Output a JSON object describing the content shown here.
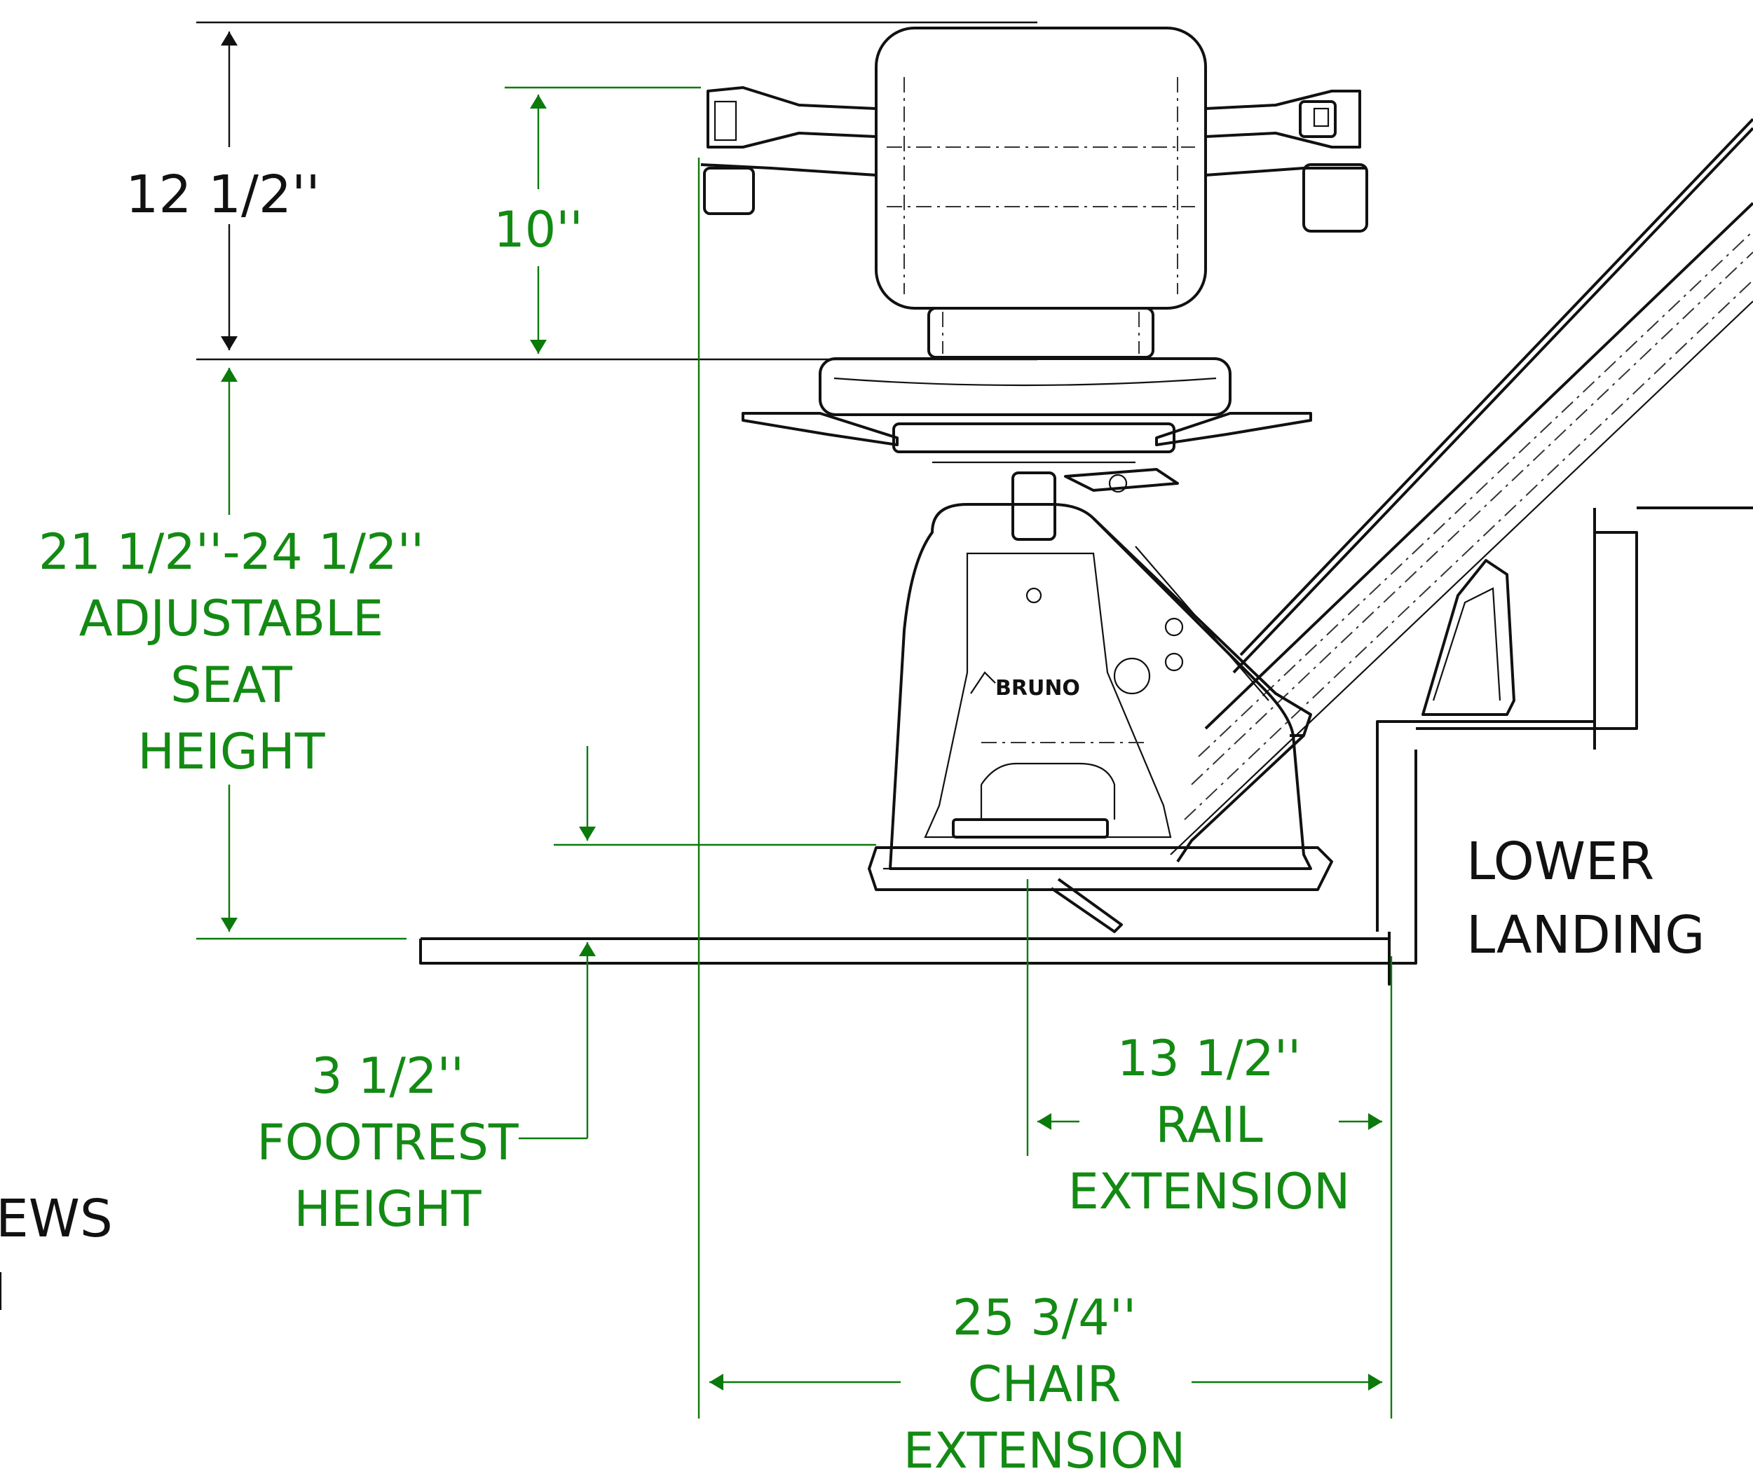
{
  "labels": {
    "seat_back_height": "12 1/2''",
    "armrest_height": "10''",
    "seat_height": [
      "21 1/2''-24 1/2''",
      "ADJUSTABLE",
      "SEAT",
      "HEIGHT"
    ],
    "footrest_height": [
      "3 1/2''",
      "FOOTREST",
      "HEIGHT"
    ],
    "rail_extension": [
      "13 1/2''",
      "RAIL",
      "EXTENSION"
    ],
    "chair_extension": [
      "25 3/4''",
      "CHAIR",
      "EXTENSION"
    ],
    "lower_landing": [
      "LOWER",
      "LANDING"
    ],
    "cut_title": [
      "EWS",
      "N"
    ],
    "brand_logo": "BRUNO"
  },
  "colors": {
    "dimension_green": "#138a13",
    "line_black": "#111111",
    "background": "#ffffff"
  }
}
